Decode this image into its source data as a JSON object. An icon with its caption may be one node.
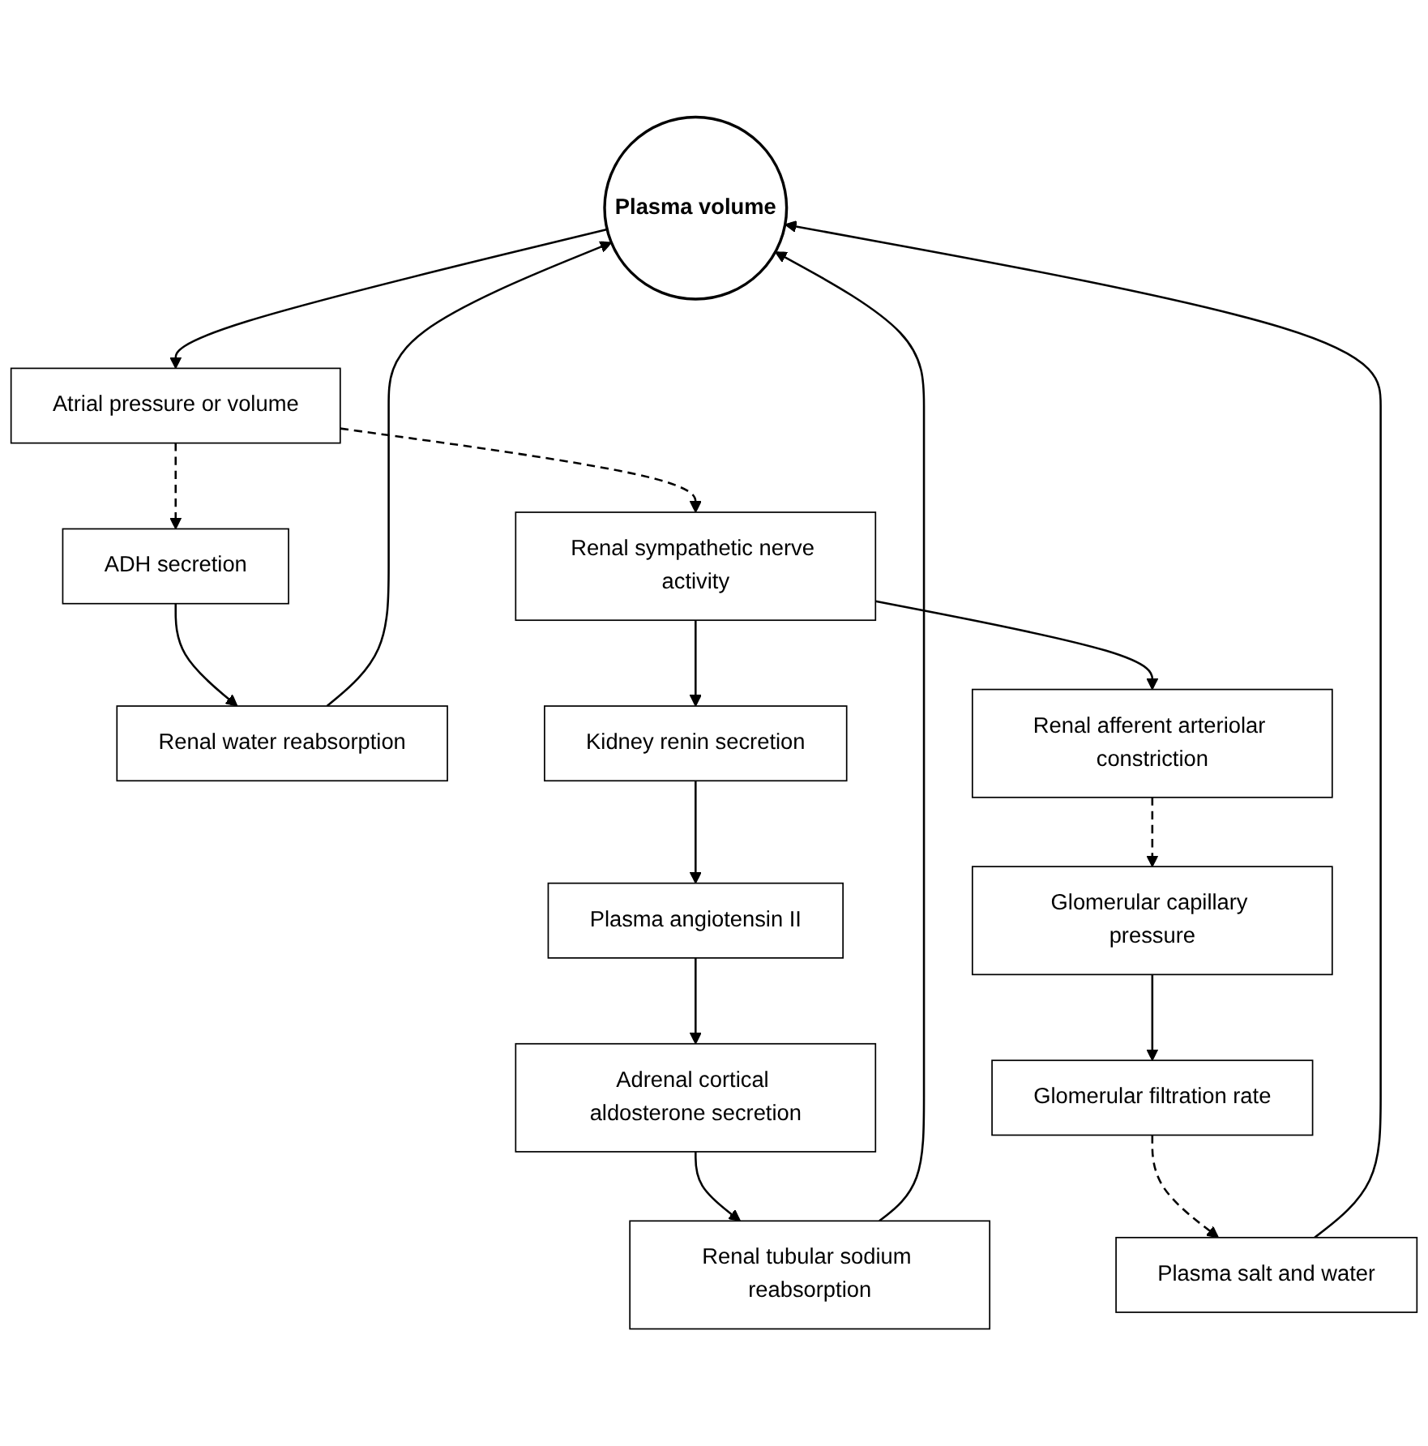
{
  "diagram": {
    "nodes": [
      {
        "text": [
          "Plasma volume"
        ]
      },
      {
        "text": [
          "Atrial pressure or volume"
        ]
      },
      {
        "text": [
          "Renal sympathetic nerve activity"
        ]
      },
      {
        "text": [
          "Kidney renin secretion"
        ]
      },
      {
        "text": [
          "Renal afferent arteriolar constriction"
        ]
      },
      {
        "text": [
          "ADH secretion"
        ]
      },
      {
        "text": [
          "Plasma angiotensin II"
        ]
      },
      {
        "text": [
          "Glomerular capillary pressure"
        ]
      },
      {
        "text": [
          "Adrenal cortical aldosterone secretion"
        ]
      },
      {
        "text": [
          "Renal water reabsorption"
        ]
      },
      {
        "text": [
          "Glomerular filtration rate"
        ]
      },
      {
        "text": [
          "Renal tubular sodium reabsorption"
        ]
      },
      {
        "text": [
          "Plasma salt and water"
        ]
      }
    ],
    "edges": [
      {
        "from": 0,
        "to": 1,
        "arrow": "to"
      },
      {
        "from": 1,
        "to": 2,
        "arrow": "to",
        "style": "dashed"
      },
      {
        "from": 1,
        "to": 5,
        "arrow": "to",
        "style": "dashed"
      },
      {
        "from": 2,
        "to": 3,
        "arrow": "to"
      },
      {
        "from": 2,
        "to": 4,
        "arrow": "to"
      },
      {
        "from": 3,
        "to": 6,
        "arrow": "to"
      },
      {
        "from": 4,
        "to": 7,
        "arrow": "to",
        "style": "dashed"
      },
      {
        "from": 6,
        "to": 8,
        "arrow": "to"
      },
      {
        "from": 7,
        "to": 10,
        "arrow": "to"
      },
      {
        "from": 5,
        "to": 9,
        "arrow": "to"
      },
      {
        "from": 8,
        "to": 11,
        "arrow": "to"
      },
      {
        "from": 10,
        "to": 12,
        "arrow": "to",
        "style": "dashed"
      },
      {
        "from": 9,
        "to": 0,
        "arrow": "to"
      },
      {
        "from": 11,
        "to": 0,
        "arrow": "to"
      },
      {
        "from": 12,
        "to": 0,
        "arrow": "to"
      }
    ]
  }
}
